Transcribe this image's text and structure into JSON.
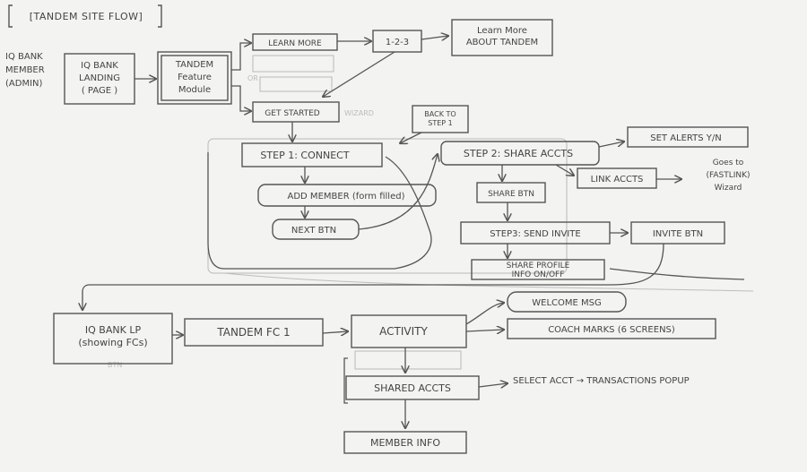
{
  "title": "[TANDEM SITE FLOW]",
  "actor": {
    "lines": [
      "IQ BANK",
      "MEMBER",
      "(ADMIN)"
    ]
  },
  "nodes": {
    "landing_page": {
      "lines": [
        "IQ BANK",
        "LANDING",
        "( PAGE )"
      ]
    },
    "feature_module": {
      "lines": [
        "TANDEM",
        "Feature",
        "Module"
      ]
    },
    "learn_more": {
      "lines": [
        "LEARN MORE"
      ]
    },
    "one_two_three": {
      "lines": [
        "1-2-3"
      ]
    },
    "learn_more_about": {
      "lines": [
        "Learn More",
        "ABOUT TANDEM"
      ]
    },
    "get_started": {
      "lines": [
        "GET STARTED"
      ]
    },
    "back_to_step1": {
      "lines": [
        "BACK TO",
        "STEP 1"
      ]
    },
    "step1_connect": {
      "lines": [
        "STEP 1: CONNECT"
      ]
    },
    "add_member": {
      "lines": [
        "ADD MEMBER (form filled)"
      ]
    },
    "next_btn": {
      "lines": [
        "NEXT BTN"
      ]
    },
    "step2_share_accts": {
      "lines": [
        "STEP 2: SHARE ACCTS"
      ]
    },
    "set_alerts": {
      "lines": [
        "SET ALERTS Y/N"
      ]
    },
    "link_accts": {
      "lines": [
        "LINK ACCTS"
      ]
    },
    "fastlink_wizard": {
      "lines": [
        "Goes to",
        "(FASTLINK)",
        "Wizard"
      ]
    },
    "share_btn": {
      "lines": [
        "SHARE BTN"
      ]
    },
    "step3_send_invite": {
      "lines": [
        "STEP3: SEND INVITE"
      ]
    },
    "invite_btn": {
      "lines": [
        "INVITE BTN"
      ]
    },
    "share_profile": {
      "lines": [
        "SHARE PROFILE",
        "INFO ON/OFF"
      ]
    },
    "iq_bank_lp": {
      "lines": [
        "IQ BANK LP",
        "(showing FCs)"
      ]
    },
    "tandem_fc1": {
      "lines": [
        "TANDEM FC 1"
      ]
    },
    "activity": {
      "lines": [
        "ACTIVITY"
      ]
    },
    "welcome_msg": {
      "lines": [
        "WELCOME MSG"
      ]
    },
    "coach_marks": {
      "lines": [
        "COACH MARKS (6 SCREENS)"
      ]
    },
    "shared_accts": {
      "lines": [
        "SHARED ACCTS"
      ]
    },
    "select_acct": {
      "lines": [
        "SELECT ACCT → TRANSACTIONS POPUP"
      ]
    },
    "member_info": {
      "lines": [
        "MEMBER INFO"
      ]
    }
  },
  "faint_marks": [
    "OR",
    "WIZARD",
    "BTN"
  ]
}
